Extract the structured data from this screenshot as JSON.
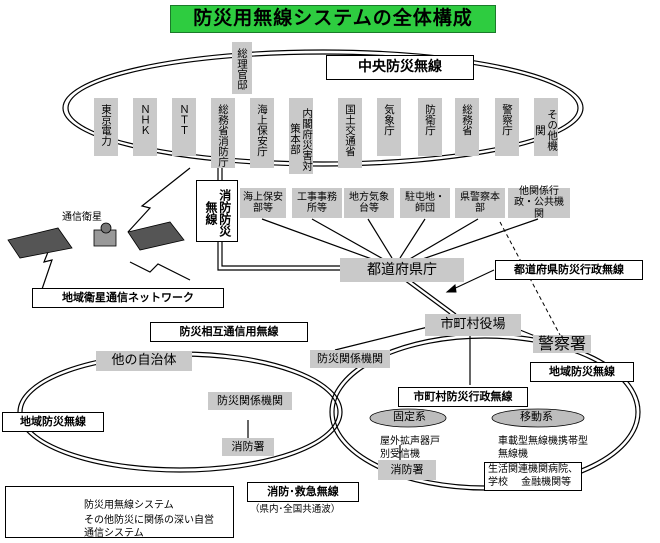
{
  "title": "防災用無線システムの全体構成",
  "central": {
    "label": "中央防災無線",
    "kantei": "総理官邸",
    "agencies": [
      "東京電力",
      "ＮＨＫ",
      "ＮＴＴ",
      "総務省消防庁",
      "海上保安庁",
      "内閣府災害対策本部",
      "国土交通省",
      "気象庁",
      "防衛庁",
      "総務省",
      "警察庁",
      "その他機関"
    ]
  },
  "fire_radio": "消防防災無線",
  "satellite": {
    "label": "通信衛星",
    "network": "地域衛星通信ネットワーク"
  },
  "pref_agencies": [
    "海上保安部等",
    "工事事務所等",
    "地方気象台等",
    "駐屯地・師団",
    "県警察本部",
    "他関係行政・公共機関"
  ],
  "prefecture": "都道府県庁",
  "pref_radio": "都道府県防災行政無線",
  "municipal": "市町村役場",
  "police": "警察署",
  "mutual_radio": "防災相互通信用無線",
  "other_muni": "他の自治体",
  "disaster_org_left": "防災関係機関",
  "disaster_org_center": "防災関係機関",
  "regional_radio_left": "地域防災無線",
  "regional_radio_right": "地域防災無線",
  "muni_radio": "市町村防災行政無線",
  "fixed": {
    "label": "固定系",
    "items": [
      "屋外拡声器戸",
      "別受信機"
    ]
  },
  "mobile": {
    "label": "移動系",
    "items": [
      "車載型無線機携帯型",
      "無線機"
    ]
  },
  "life": [
    "生活関連機関病院、",
    "学校　 金融機関等"
  ],
  "fire_station_left": "消防署",
  "fire_station_right": "消防署",
  "rescue_radio": {
    "label": "消防･救急無線",
    "sub": "（県内･全国共通波）"
  },
  "legend": {
    "solid": "防災用無線システム",
    "dashed": [
      "その他防災に関係の深い自営",
      "通信システム"
    ]
  }
}
